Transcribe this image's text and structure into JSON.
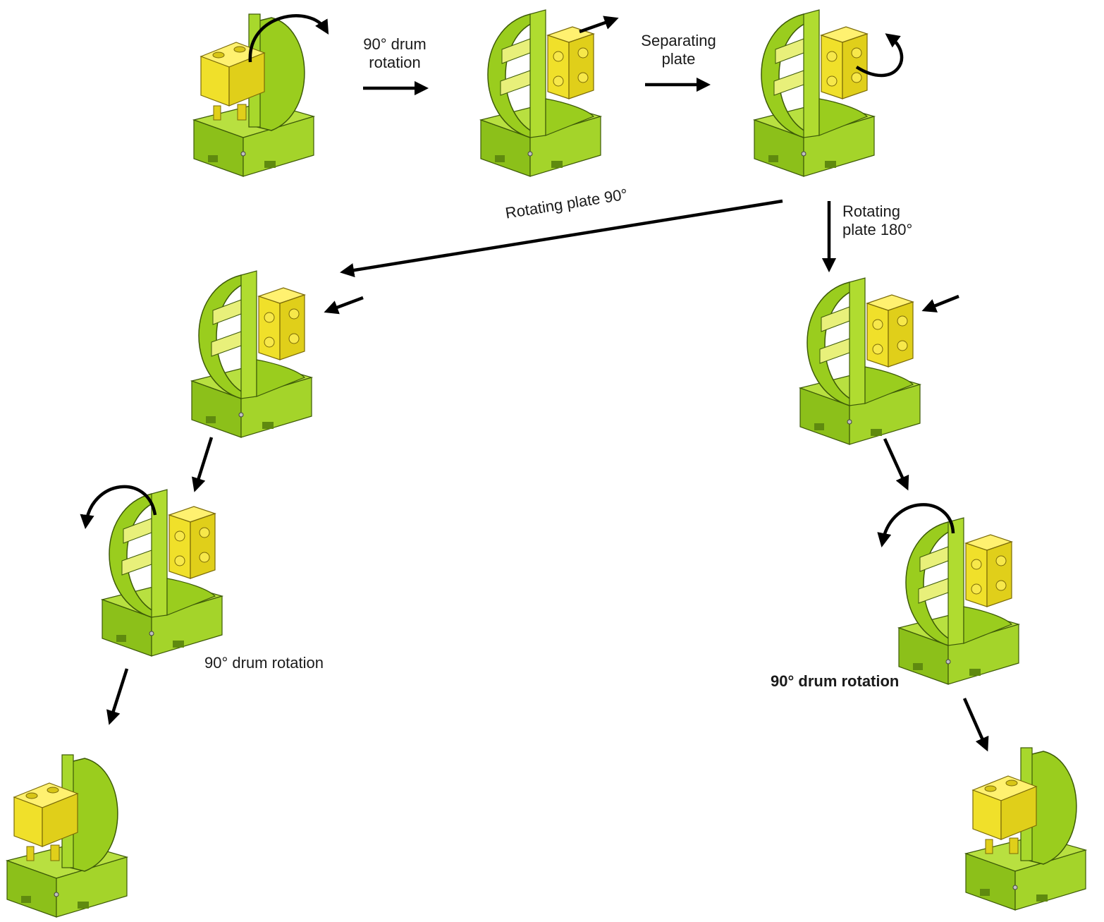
{
  "labels": {
    "drum_rotation_1": "90° drum\nrotation",
    "separating_plate": "Separating\nplate",
    "rotating_plate_90": "Rotating plate 90°",
    "rotating_plate_180": "Rotating\nplate 180°",
    "drum_rotation_left": "90° drum rotation",
    "drum_rotation_right": "90° drum rotation"
  },
  "colors": {
    "base_green": "#9acd1e",
    "base_dark": "#5f8a0f",
    "part_yellow": "#f0e02a",
    "part_dark": "#b8a818",
    "arrow": "#000000"
  },
  "fixtures": [
    {
      "id": "step-1",
      "part_icon": "workpiece-icon",
      "drum": "closed"
    },
    {
      "id": "step-2",
      "part_icon": "workpiece-icon",
      "drum": "open"
    },
    {
      "id": "step-3",
      "part_icon": "workpiece-icon",
      "drum": "open"
    },
    {
      "id": "step-4-left",
      "part_icon": "workpiece-icon",
      "drum": "open"
    },
    {
      "id": "step-5-left",
      "part_icon": "workpiece-icon",
      "drum": "open"
    },
    {
      "id": "step-6-left",
      "part_icon": "workpiece-icon",
      "drum": "closed"
    },
    {
      "id": "step-4-right",
      "part_icon": "workpiece-icon",
      "drum": "open"
    },
    {
      "id": "step-5-right",
      "part_icon": "workpiece-icon",
      "drum": "open"
    },
    {
      "id": "step-6-right",
      "part_icon": "workpiece-icon",
      "drum": "closed"
    }
  ]
}
